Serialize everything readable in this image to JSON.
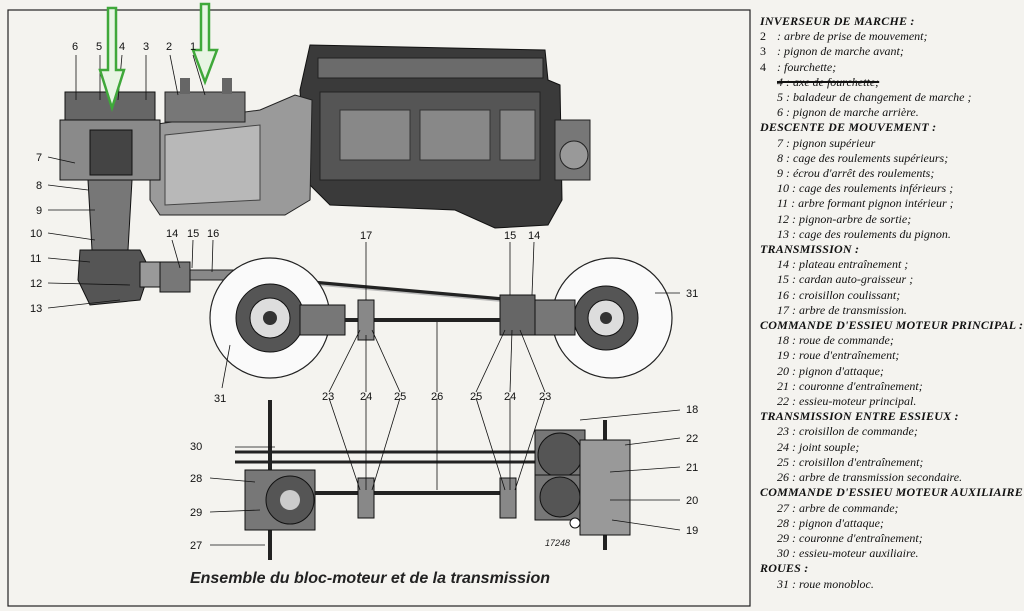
{
  "figure": {
    "caption": "Ensemble du bloc-moteur et de la transmission",
    "figure_number": "17248",
    "callouts": {
      "c1": "1",
      "c2": "2",
      "c3": "3",
      "c4": "4",
      "c5": "5",
      "c6": "6",
      "c7": "7",
      "c8": "8",
      "c9": "9",
      "c10": "10",
      "c11": "11",
      "c12": "12",
      "c13": "13",
      "c14a": "14",
      "c15a": "15",
      "c16": "16",
      "c17": "17",
      "c15b": "15",
      "c14b": "14",
      "c31a": "31",
      "c31b": "31",
      "c18": "18",
      "c22": "22",
      "c21": "21",
      "c20": "20",
      "c19": "19",
      "c30": "30",
      "c28": "28",
      "c29": "29",
      "c27": "27",
      "c23a": "23",
      "c24a": "24",
      "c25a": "25",
      "c26": "26",
      "c25b": "25",
      "c24b": "24",
      "c23b": "23"
    },
    "arrow_color": "#3fa83a"
  },
  "legend": {
    "sections": [
      {
        "title": "INVERSEUR DE MARCHE :",
        "items": [
          {
            "fix": "2",
            "text": " : arbre de prise de mouvement;"
          },
          {
            "fix": "3",
            "text": " : pignon de marche avant;"
          },
          {
            "fix": "4",
            "text": " : fourchette;"
          },
          {
            "text": "4 : axe de fourchette;",
            "struck": true
          },
          {
            "text": "5 : baladeur de changement de marche ;"
          },
          {
            "text": "6 : pignon de marche arrière."
          }
        ]
      },
      {
        "title": "DESCENTE DE MOUVEMENT :",
        "items": [
          {
            "text": "7 : pignon supérieur"
          },
          {
            "text": "8 : cage des roulements supérieurs;"
          },
          {
            "text": "9 : écrou d'arrêt des roulements;"
          },
          {
            "text": "10 : cage des roulements inférieurs ;"
          },
          {
            "text": "11 : arbre formant pignon intérieur ;"
          },
          {
            "text": "12 : pignon-arbre de sortie;"
          },
          {
            "text": "13 : cage des roulements du pignon."
          }
        ]
      },
      {
        "title": "TRANSMISSION :",
        "items": [
          {
            "text": "14 : plateau entraînement ;"
          },
          {
            "text": "15 : cardan auto-graisseur ;"
          },
          {
            "text": "16 : croisillon coulissant;"
          },
          {
            "text": "17 : arbre de transmission."
          }
        ]
      },
      {
        "title": "COMMANDE D'ESSIEU MOTEUR PRINCIPAL :",
        "items": [
          {
            "text": "18 : roue de commande;"
          },
          {
            "text": "19 : roue d'entraînement;"
          },
          {
            "text": "20 : pignon d'attaque;"
          },
          {
            "text": "21 : couronne d'entraînement;"
          },
          {
            "text": "22 : essieu-moteur principal."
          }
        ]
      },
      {
        "title": "TRANSMISSION ENTRE ESSIEUX :",
        "items": [
          {
            "text": "23 : croisillon de commande;"
          },
          {
            "text": "24 : joint souple;"
          },
          {
            "text": "25 : croisillon d'entraînement;"
          },
          {
            "text": "26 : arbre de transmission secondaire."
          }
        ]
      },
      {
        "title": "COMMANDE D'ESSIEU MOTEUR AUXILIAIRE :",
        "items": [
          {
            "text": "27 : arbre de commande;"
          },
          {
            "text": "28 : pignon d'attaque;"
          },
          {
            "text": "29 : couronne d'entraînement;"
          },
          {
            "text": "30 : essieu-moteur auxiliaire."
          }
        ]
      },
      {
        "title": "ROUES :",
        "items": [
          {
            "text": "31 : roue monobloc."
          }
        ]
      }
    ]
  }
}
